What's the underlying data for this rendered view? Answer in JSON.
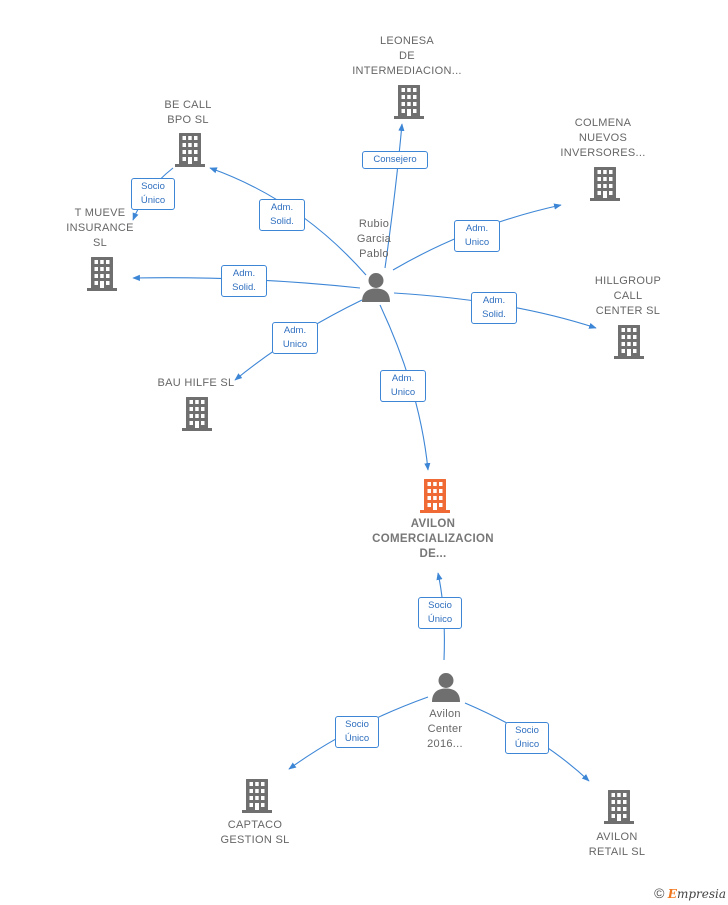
{
  "colors": {
    "edge": "#3d86d6",
    "company": "#6f6f6f",
    "focus_company": "#f06a35",
    "person": "#6f6f6f"
  },
  "nodes": {
    "leonesa": {
      "label": [
        "LEONESA",
        "DE",
        "INTERMEDIACION..."
      ]
    },
    "be_call": {
      "label": [
        "BE CALL",
        "BPO  SL"
      ]
    },
    "colmena": {
      "label": [
        "COLMENA",
        "NUEVOS",
        "INVERSORES..."
      ]
    },
    "t_mueve": {
      "label": [
        "T MUEVE",
        "INSURANCE",
        "SL"
      ]
    },
    "hillgroup": {
      "label": [
        "HILLGROUP",
        "CALL",
        "CENTER  SL"
      ]
    },
    "bau_hilfe": {
      "label": [
        "BAU HILFE  SL"
      ]
    },
    "avilon_com": {
      "label": [
        "AVILON",
        "COMERCIALIZACION",
        "DE..."
      ]
    },
    "captaco": {
      "label": [
        "CAPTACO",
        "GESTION  SL"
      ]
    },
    "avilon_retail": {
      "label": [
        "AVILON",
        "RETAIL  SL"
      ]
    },
    "rubio": {
      "label": [
        "Rubio",
        "Garcia",
        "Pablo"
      ]
    },
    "avilon_center": {
      "label": [
        "Avilon",
        "Center",
        "2016..."
      ]
    }
  },
  "edges": {
    "rubio_leonesa": [
      "Consejero"
    ],
    "rubio_becall": [
      "Adm.",
      "Solid."
    ],
    "becall_tmueve": [
      "Socio",
      "Único"
    ],
    "rubio_colmena": [
      "Adm.",
      "Unico"
    ],
    "rubio_tmueve": [
      "Adm.",
      "Solid."
    ],
    "rubio_hillgroup": [
      "Adm.",
      "Solid."
    ],
    "rubio_bauhilfe": [
      "Adm.",
      "Unico"
    ],
    "rubio_avilon": [
      "Adm.",
      "Unico"
    ],
    "center_avilon": [
      "Socio",
      "Único"
    ],
    "center_captaco": [
      "Socio",
      "Único"
    ],
    "center_retail": [
      "Socio",
      "Único"
    ]
  },
  "footer": {
    "copyright": "©",
    "brand_first": "E",
    "brand_rest": "mpresia"
  }
}
